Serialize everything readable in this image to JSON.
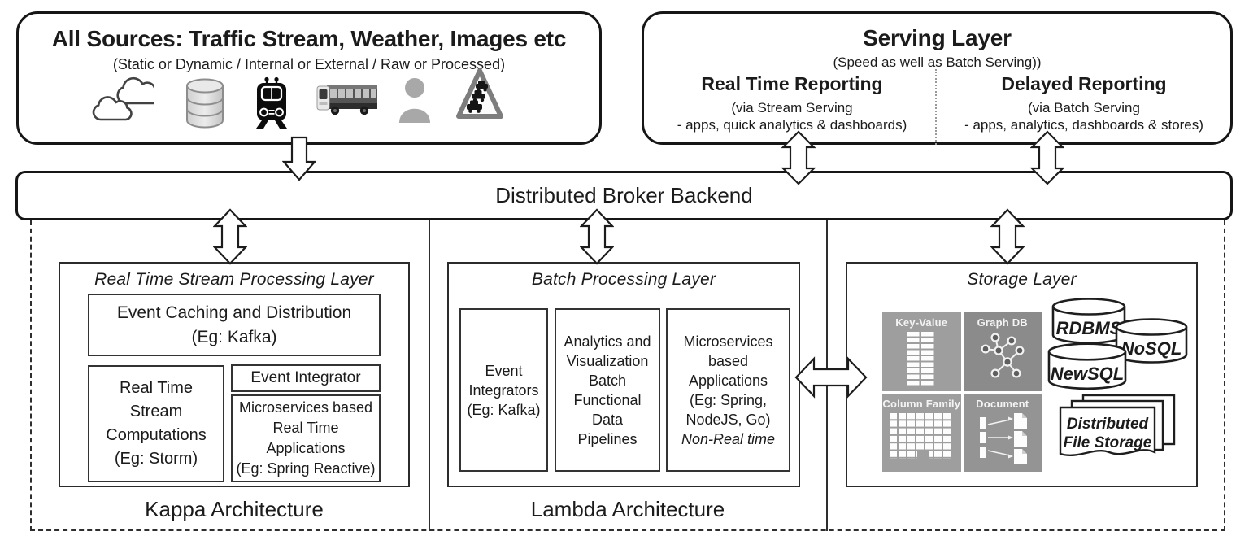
{
  "colors": {
    "line": "#161616",
    "tile_gray_light": "#9e9e9e",
    "tile_gray_dark": "#8b8b8b",
    "tile_gray_mid": "#949494"
  },
  "all_sources": {
    "title": "All Sources: Traffic Stream, Weather, Images etc",
    "subtitle": "(Static or Dynamic / Internal or External / Raw or Processed)",
    "icons": [
      "clouds-icon",
      "database-icon",
      "train-icon",
      "bus-icon",
      "person-icon",
      "traffic-jam-sign-icon"
    ]
  },
  "serving_layer": {
    "title": "Serving Layer",
    "subtitle": "(Speed as well as Batch Serving))",
    "real_time": {
      "title": "Real Time Reporting",
      "line1": "(via Stream Serving",
      "line2": "- apps, quick analytics & dashboards)"
    },
    "delayed": {
      "title": "Delayed Reporting",
      "line1": "(via Batch Serving",
      "line2": "- apps, analytics, dashboards & stores)"
    }
  },
  "broker": {
    "title": "Distributed Broker Backend"
  },
  "kappa": {
    "layer_title": "Real Time Stream Processing Layer",
    "caching": {
      "line1": "Event Caching and Distribution",
      "line2": "(Eg: Kafka)"
    },
    "computations": {
      "line1": "Real Time",
      "line2": "Stream",
      "line3": "Computations",
      "line4": "(Eg: Storm)"
    },
    "integrator": {
      "line1": "Event Integrator"
    },
    "microservices": {
      "line1": "Microservices based",
      "line2": "Real Time",
      "line3": "Applications",
      "line4": "(Eg: Spring Reactive)"
    },
    "label": "Kappa Architecture"
  },
  "lambda": {
    "layer_title": "Batch Processing Layer",
    "integrators": {
      "line1": "Event",
      "line2": "Integrators",
      "line3": "(Eg: Kafka)"
    },
    "analytics": {
      "line1": "Analytics and",
      "line2": "Visualization",
      "line3": "Batch",
      "line4": "Functional",
      "line5": "Data",
      "line6": "Pipelines"
    },
    "microservices": {
      "line1": "Microservices",
      "line2": "based",
      "line3": "Applications",
      "line4": "(Eg: Spring,",
      "line5": "NodeJS, Go)",
      "line6": "Non-Real time"
    },
    "label": "Lambda Architecture"
  },
  "storage": {
    "layer_title": "Storage Layer",
    "tiles": [
      {
        "label": "Key-Value"
      },
      {
        "label": "Graph DB"
      },
      {
        "label": "Column Family"
      },
      {
        "label": "Document"
      }
    ],
    "cylinders": [
      {
        "label": "RDBMS"
      },
      {
        "label": "NoSQL"
      },
      {
        "label": "NewSQL"
      }
    ],
    "file_storage": {
      "line1": "Distributed",
      "line2": "File Storage"
    }
  }
}
